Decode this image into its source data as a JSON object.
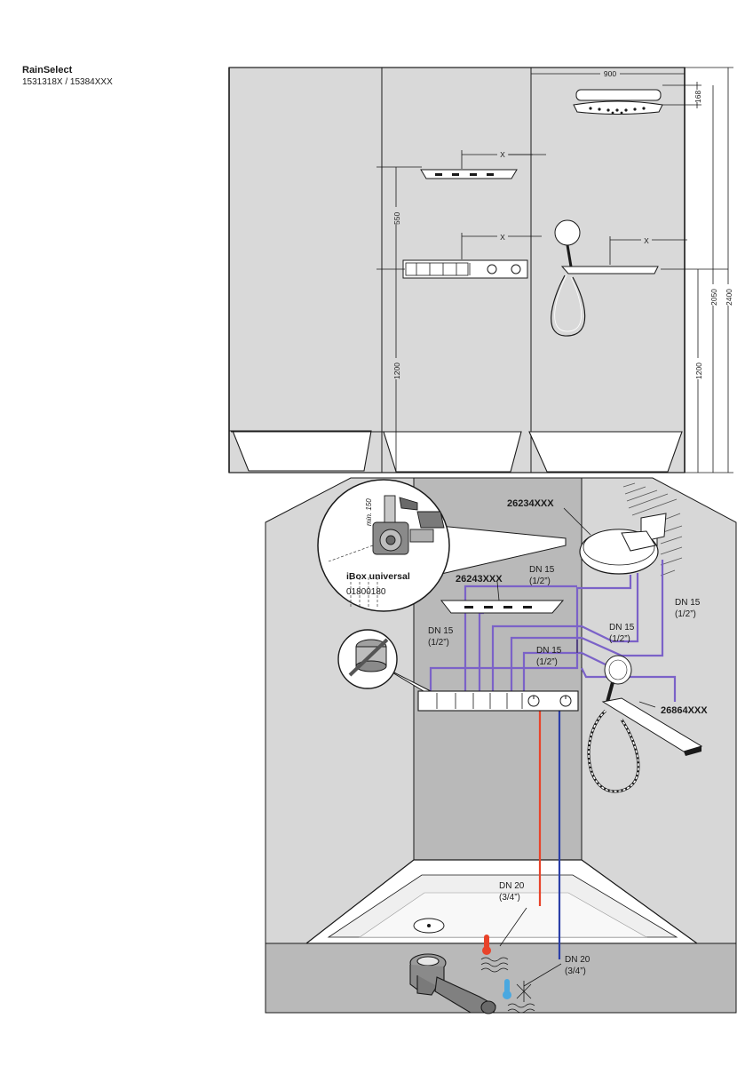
{
  "header": {
    "product": "RainSelect",
    "article_numbers": "1531318X / 15384XXX"
  },
  "elevation": {
    "dims": {
      "width": "900",
      "head_height": "168",
      "spacing": "550",
      "x": "X",
      "mixer_height": "1200",
      "head_arm_height": "2050",
      "ceiling_height": "2400"
    }
  },
  "installation": {
    "iBox": {
      "name": "iBox universal",
      "article": "01800180",
      "clearance": "min. 150"
    },
    "parts": {
      "overhead": "26234XXX",
      "sidebar": "26243XXX",
      "shelf": "26864XXX"
    },
    "pipes": {
      "dn15": "DN 15",
      "dn15_in": "(1/2”)",
      "dn20": "DN 20",
      "dn20_in": "(3/4”)"
    },
    "colors": {
      "hot": "#e8432a",
      "cold": "#2b3fa8",
      "outlet": "#7b62c8"
    }
  }
}
